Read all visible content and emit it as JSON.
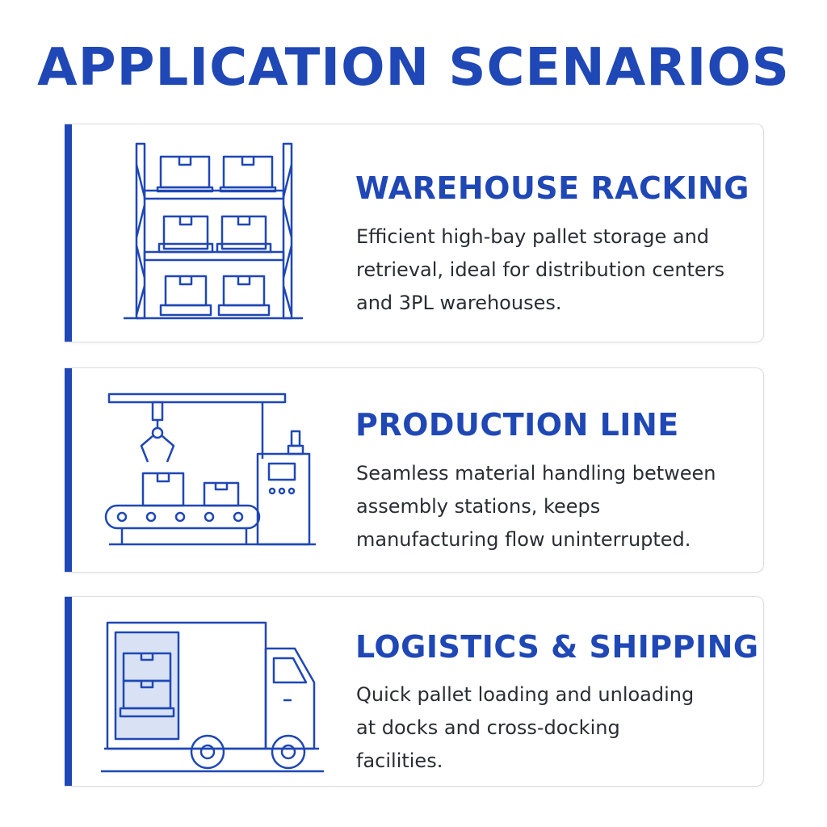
{
  "page": {
    "title": "APPLICATION SCENARIOS"
  },
  "colors": {
    "accent": "#1f47b5",
    "text": "#2a2d33",
    "card_border": "#dadde3",
    "icon_fill": "#d9e2f4"
  },
  "scenarios": [
    {
      "icon": "warehouse-rack-icon",
      "title": "WAREHOUSE RACKING",
      "description_lines": [
        "Efficient high-bay pallet storage and",
        "retrieval, ideal for distribution centers",
        "and 3PL warehouses."
      ]
    },
    {
      "icon": "production-line-icon",
      "title": "PRODUCTION LINE",
      "description_lines": [
        "Seamless material handling between",
        "assembly stations, keeps",
        "manufacturing flow uninterrupted."
      ]
    },
    {
      "icon": "delivery-truck-icon",
      "title": "LOGISTICS & SHIPPING",
      "description_lines": [
        "Quick pallet loading and unloading",
        "at docks and cross-docking",
        "facilities."
      ]
    }
  ]
}
